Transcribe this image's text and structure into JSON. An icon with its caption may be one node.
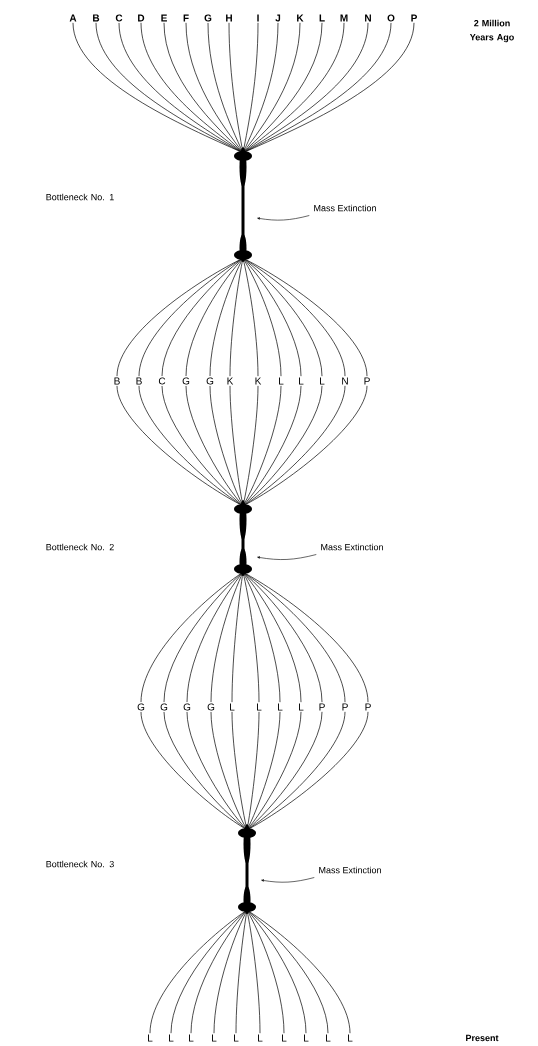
{
  "diagram": {
    "nodes": [
      {
        "text": [
          "A"
        ]
      },
      {
        "text": [
          "B"
        ]
      },
      {
        "text": [
          "C"
        ]
      },
      {
        "text": [
          "D"
        ]
      },
      {
        "text": [
          "E"
        ]
      },
      {
        "text": [
          "F"
        ]
      },
      {
        "text": [
          "G"
        ]
      },
      {
        "text": [
          "H"
        ]
      },
      {
        "text": [
          "I"
        ]
      },
      {
        "text": [
          "J"
        ]
      },
      {
        "text": [
          "K"
        ]
      },
      {
        "text": [
          "L"
        ]
      },
      {
        "text": [
          "M"
        ]
      },
      {
        "text": [
          "N"
        ]
      },
      {
        "text": [
          "O"
        ]
      },
      {
        "text": [
          "P"
        ]
      },
      {
        "text": [],
        "shape": "bar"
      },
      {
        "text": [
          "Mass Extinction"
        ]
      },
      {
        "text": [
          "B"
        ]
      },
      {
        "text": [
          "B"
        ]
      },
      {
        "text": [
          "C"
        ]
      },
      {
        "text": [
          "G"
        ]
      },
      {
        "text": [
          "G"
        ]
      },
      {
        "text": [
          "K"
        ]
      },
      {
        "text": [
          "K"
        ]
      },
      {
        "text": [
          "L"
        ]
      },
      {
        "text": [
          "L"
        ]
      },
      {
        "text": [
          "L"
        ]
      },
      {
        "text": [
          "N"
        ]
      },
      {
        "text": [
          "P"
        ]
      },
      {
        "text": [],
        "shape": "bar"
      },
      {
        "text": [
          "Mass Extinction"
        ]
      },
      {
        "text": [
          "G"
        ]
      },
      {
        "text": [
          "G"
        ]
      },
      {
        "text": [
          "G"
        ]
      },
      {
        "text": [
          "G"
        ]
      },
      {
        "text": [
          "L"
        ]
      },
      {
        "text": [
          "L"
        ]
      },
      {
        "text": [
          "L"
        ]
      },
      {
        "text": [
          "L"
        ]
      },
      {
        "text": [
          "P"
        ]
      },
      {
        "text": [
          "P"
        ]
      },
      {
        "text": [
          "P"
        ]
      },
      {
        "text": [],
        "shape": "bar"
      },
      {
        "text": [
          "Mass Extinction"
        ]
      },
      {
        "text": [
          "L"
        ]
      },
      {
        "text": [
          "L"
        ]
      },
      {
        "text": [
          "L"
        ]
      },
      {
        "text": [
          "L"
        ]
      },
      {
        "text": [
          "L"
        ]
      },
      {
        "text": [
          "L"
        ]
      },
      {
        "text": [
          "L"
        ]
      },
      {
        "text": [
          "L"
        ]
      },
      {
        "text": [
          "L"
        ]
      },
      {
        "text": [
          "L"
        ]
      }
    ],
    "edges": [
      {
        "from": 0,
        "to": 16,
        "arrow": "none"
      },
      {
        "from": 1,
        "to": 16,
        "arrow": "none"
      },
      {
        "from": 2,
        "to": 16,
        "arrow": "none"
      },
      {
        "from": 3,
        "to": 16,
        "arrow": "none"
      },
      {
        "from": 4,
        "to": 16,
        "arrow": "none"
      },
      {
        "from": 5,
        "to": 16,
        "arrow": "none"
      },
      {
        "from": 6,
        "to": 16,
        "arrow": "none"
      },
      {
        "from": 7,
        "to": 16,
        "arrow": "none"
      },
      {
        "from": 8,
        "to": 16,
        "arrow": "none"
      },
      {
        "from": 9,
        "to": 16,
        "arrow": "none"
      },
      {
        "from": 10,
        "to": 16,
        "arrow": "none"
      },
      {
        "from": 11,
        "to": 16,
        "arrow": "none"
      },
      {
        "from": 12,
        "to": 16,
        "arrow": "none"
      },
      {
        "from": 13,
        "to": 16,
        "arrow": "none"
      },
      {
        "from": 14,
        "to": 16,
        "arrow": "none"
      },
      {
        "from": 15,
        "to": 16,
        "arrow": "none"
      },
      {
        "from": 17,
        "to": 16,
        "arrow": "to"
      },
      {
        "from": 16,
        "to": 18,
        "arrow": "none"
      },
      {
        "from": 16,
        "to": 19,
        "arrow": "none"
      },
      {
        "from": 16,
        "to": 20,
        "arrow": "none"
      },
      {
        "from": 16,
        "to": 21,
        "arrow": "none"
      },
      {
        "from": 16,
        "to": 22,
        "arrow": "none"
      },
      {
        "from": 16,
        "to": 23,
        "arrow": "none"
      },
      {
        "from": 16,
        "to": 24,
        "arrow": "none"
      },
      {
        "from": 16,
        "to": 25,
        "arrow": "none"
      },
      {
        "from": 16,
        "to": 26,
        "arrow": "none"
      },
      {
        "from": 16,
        "to": 27,
        "arrow": "none"
      },
      {
        "from": 16,
        "to": 28,
        "arrow": "none"
      },
      {
        "from": 16,
        "to": 29,
        "arrow": "none"
      },
      {
        "from": 18,
        "to": 30,
        "arrow": "none"
      },
      {
        "from": 19,
        "to": 30,
        "arrow": "none"
      },
      {
        "from": 20,
        "to": 30,
        "arrow": "none"
      },
      {
        "from": 21,
        "to": 30,
        "arrow": "none"
      },
      {
        "from": 22,
        "to": 30,
        "arrow": "none"
      },
      {
        "from": 23,
        "to": 30,
        "arrow": "none"
      },
      {
        "from": 24,
        "to": 30,
        "arrow": "none"
      },
      {
        "from": 25,
        "to": 30,
        "arrow": "none"
      },
      {
        "from": 26,
        "to": 30,
        "arrow": "none"
      },
      {
        "from": 27,
        "to": 30,
        "arrow": "none"
      },
      {
        "from": 28,
        "to": 30,
        "arrow": "none"
      },
      {
        "from": 29,
        "to": 30,
        "arrow": "none"
      },
      {
        "from": 31,
        "to": 30,
        "arrow": "to"
      },
      {
        "from": 30,
        "to": 32,
        "arrow": "none"
      },
      {
        "from": 30,
        "to": 33,
        "arrow": "none"
      },
      {
        "from": 30,
        "to": 34,
        "arrow": "none"
      },
      {
        "from": 30,
        "to": 35,
        "arrow": "none"
      },
      {
        "from": 30,
        "to": 36,
        "arrow": "none"
      },
      {
        "from": 30,
        "to": 37,
        "arrow": "none"
      },
      {
        "from": 30,
        "to": 38,
        "arrow": "none"
      },
      {
        "from": 30,
        "to": 39,
        "arrow": "none"
      },
      {
        "from": 30,
        "to": 40,
        "arrow": "none"
      },
      {
        "from": 30,
        "to": 41,
        "arrow": "none"
      },
      {
        "from": 30,
        "to": 42,
        "arrow": "none"
      },
      {
        "from": 32,
        "to": 43,
        "arrow": "none"
      },
      {
        "from": 33,
        "to": 43,
        "arrow": "none"
      },
      {
        "from": 34,
        "to": 43,
        "arrow": "none"
      },
      {
        "from": 35,
        "to": 43,
        "arrow": "none"
      },
      {
        "from": 36,
        "to": 43,
        "arrow": "none"
      },
      {
        "from": 37,
        "to": 43,
        "arrow": "none"
      },
      {
        "from": 38,
        "to": 43,
        "arrow": "none"
      },
      {
        "from": 39,
        "to": 43,
        "arrow": "none"
      },
      {
        "from": 40,
        "to": 43,
        "arrow": "none"
      },
      {
        "from": 41,
        "to": 43,
        "arrow": "none"
      },
      {
        "from": 42,
        "to": 43,
        "arrow": "none"
      },
      {
        "from": 44,
        "to": 43,
        "arrow": "to"
      },
      {
        "from": 43,
        "to": 45,
        "arrow": "none"
      },
      {
        "from": 43,
        "to": 46,
        "arrow": "none"
      },
      {
        "from": 43,
        "to": 47,
        "arrow": "none"
      },
      {
        "from": 43,
        "to": 48,
        "arrow": "none"
      },
      {
        "from": 43,
        "to": 49,
        "arrow": "none"
      },
      {
        "from": 43,
        "to": 50,
        "arrow": "none"
      },
      {
        "from": 43,
        "to": 51,
        "arrow": "none"
      },
      {
        "from": 43,
        "to": 52,
        "arrow": "none"
      },
      {
        "from": 43,
        "to": 53,
        "arrow": "none"
      },
      {
        "from": 43,
        "to": 54,
        "arrow": "none"
      }
    ],
    "labels": [
      "2 Million Years Ago",
      "Bottleneck No. 1",
      "Bottleneck No. 2",
      "Bottleneck No. 3",
      "Present"
    ]
  }
}
